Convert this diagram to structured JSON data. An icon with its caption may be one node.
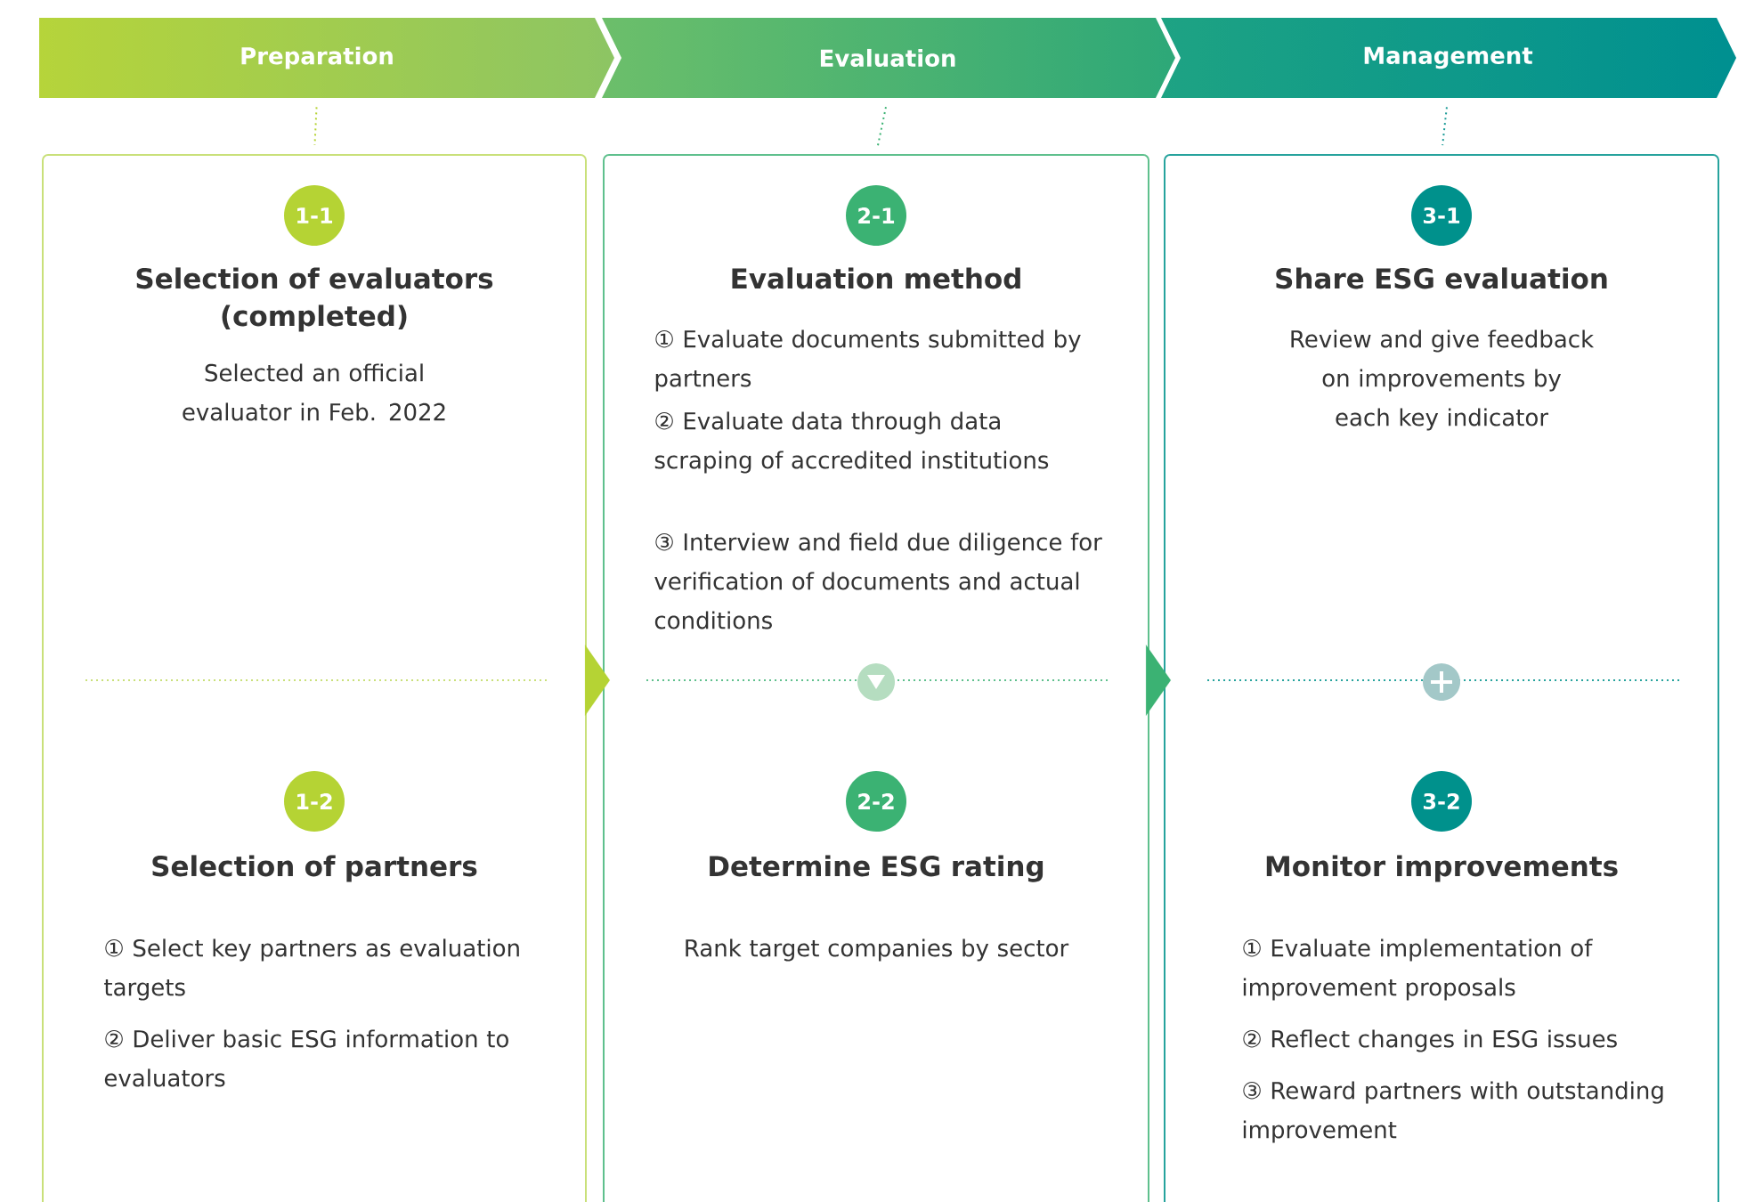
{
  "diagram": {
    "nodes": [
      {
        "text": [
          "Preparation"
        ]
      },
      {
        "text": [
          "Evaluation"
        ]
      },
      {
        "text": [
          "Management"
        ]
      },
      {
        "text": [],
        "shape": "box"
      },
      {
        "text": [],
        "shape": "box"
      },
      {
        "text": [],
        "shape": "box"
      },
      {
        "text": [
          "1-1"
        ],
        "in": 3,
        "beside": [
          "Selection of evaluators (completed)",
          "Selected an official evaluator in Feb. 2022"
        ]
      },
      {
        "text": [
          "1-2"
        ],
        "in": 3,
        "beside": [
          "Selection of partners",
          "① Select key partners as evaluation targets",
          "② Deliver basic ESG information to evaluators"
        ]
      },
      {
        "text": [
          "2-1"
        ],
        "in": 4,
        "beside": [
          "Evaluation method",
          "① Evaluate documents submitted by partners",
          "② Evaluate data through data scraping of accredited institutions",
          "③ Interview and field due diligence for verification of documents and actual conditions"
        ]
      },
      {
        "text": [
          "2-2"
        ],
        "in": 4,
        "beside": [
          "Determine ESG rating",
          "Rank target companies by sector"
        ]
      },
      {
        "text": [
          "3-1"
        ],
        "in": 5,
        "beside": [
          "Share ESG evaluation",
          "Review and give feedback on improvements by each key indicator"
        ]
      },
      {
        "text": [
          "3-2"
        ],
        "in": 5,
        "beside": [
          "Monitor improvements",
          "① Evaluate implementation of improvement proposals",
          "② Reflect changes in ESG issues",
          "③ Reward partners with outstanding improvement"
        ]
      }
    ],
    "edges": [
      {
        "from": 0,
        "to": 3,
        "arrow": "none",
        "style": "dashed",
        "color": "#b5d334"
      },
      {
        "from": 1,
        "to": 4,
        "arrow": "none",
        "style": "dashed",
        "color": "#3bb273"
      },
      {
        "from": 2,
        "to": 5,
        "arrow": "none",
        "style": "dashed",
        "color": "#1a9a96"
      },
      {
        "from": 3,
        "to": 4,
        "arrow": "to",
        "color": "#b5d334"
      },
      {
        "from": 4,
        "to": 5,
        "arrow": "to",
        "color": "#3bb273"
      }
    ]
  }
}
